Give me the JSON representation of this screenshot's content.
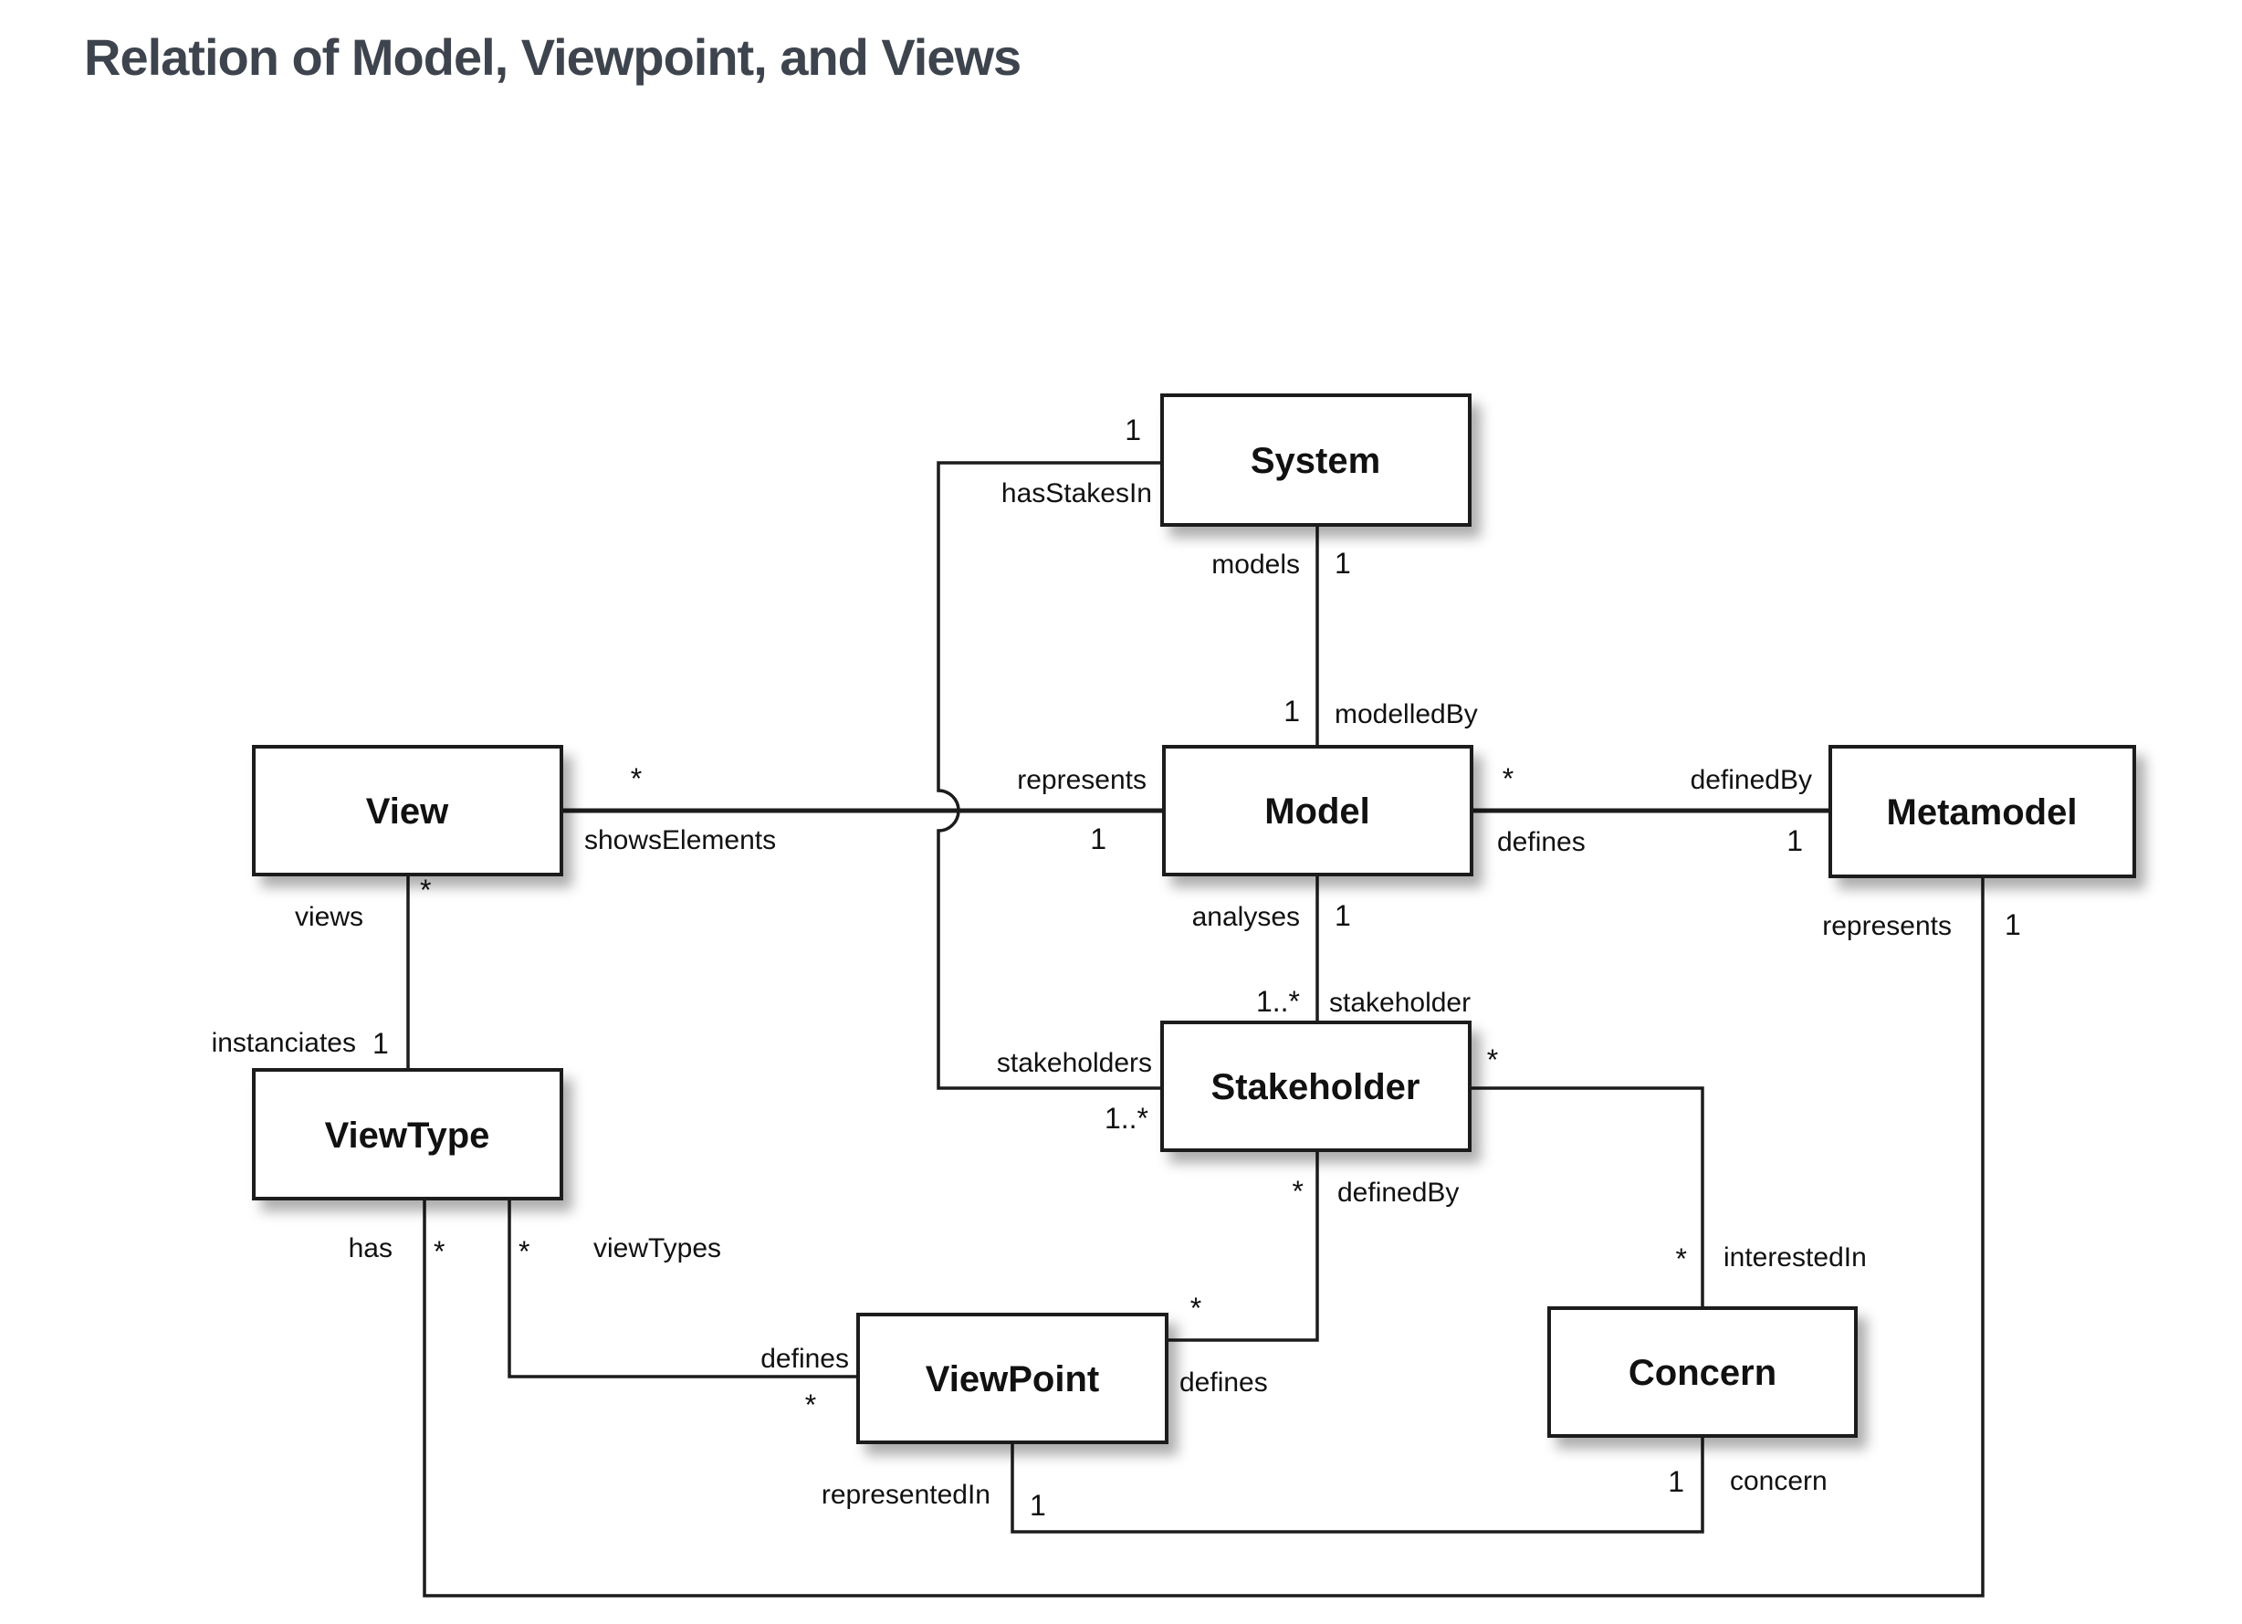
{
  "page": {
    "title": "Relation of Model, Viewpoint, and Views",
    "title_color": "#3e444d",
    "background_color": "#ffffff",
    "line_color": "#1c1c1c"
  },
  "diagram": {
    "type": "uml-class-diagram",
    "classes": [
      {
        "name": "System"
      },
      {
        "name": "View"
      },
      {
        "name": "Model"
      },
      {
        "name": "Metamodel"
      },
      {
        "name": "ViewType"
      },
      {
        "name": "Stakeholder"
      },
      {
        "name": "ViewPoint"
      },
      {
        "name": "Concern"
      }
    ],
    "associations": [
      {
        "between": [
          "System",
          "Model"
        ],
        "labels": {
          "role_a": "models",
          "mult_a": "1",
          "mult_b": "1",
          "role_b": "modelledBy"
        }
      },
      {
        "between": [
          "System",
          "Stakeholder"
        ],
        "labels": {
          "mult_a": "1",
          "role_a": "hasStakesIn",
          "role_b": "stakeholders",
          "mult_b": "1..*"
        }
      },
      {
        "between": [
          "View",
          "Model"
        ],
        "labels": {
          "mult_a": "*",
          "role_a": "showsElements",
          "role_b": "represents",
          "mult_b": "1"
        }
      },
      {
        "between": [
          "Model",
          "Metamodel"
        ],
        "labels": {
          "mult_a": "*",
          "role_a": "defines",
          "role_b": "definedBy",
          "mult_b": "1"
        }
      },
      {
        "between": [
          "Model",
          "Stakeholder"
        ],
        "labels": {
          "role_a": "analyses",
          "mult_a": "1",
          "mult_b": "1..*",
          "role_b": "stakeholder"
        }
      },
      {
        "between": [
          "View",
          "ViewType"
        ],
        "labels": {
          "mult_a": "*",
          "role_a": "views",
          "role_b": "instanciates",
          "mult_b": "1"
        }
      },
      {
        "between": [
          "ViewType",
          "Metamodel"
        ],
        "labels": {
          "role_a": "has",
          "mult_a": "*",
          "role_b": "represents",
          "mult_b": "1"
        }
      },
      {
        "between": [
          "ViewType",
          "ViewPoint"
        ],
        "labels": {
          "mult_a": "*",
          "role_a": "viewTypes",
          "role_b": "defines",
          "mult_b": "*"
        }
      },
      {
        "between": [
          "Stakeholder",
          "ViewPoint"
        ],
        "labels": {
          "mult_a": "*",
          "role_a": "definedBy",
          "role_b": "defines",
          "mult_b": "*"
        }
      },
      {
        "between": [
          "Stakeholder",
          "Concern"
        ],
        "labels": {
          "mult_a": "*",
          "mult_b": "*",
          "role_b": "interestedIn"
        }
      },
      {
        "between": [
          "ViewPoint",
          "Concern"
        ],
        "labels": {
          "role_a": "representedIn",
          "mult_a": "1",
          "mult_b": "1",
          "role_b": "concern"
        }
      }
    ]
  }
}
